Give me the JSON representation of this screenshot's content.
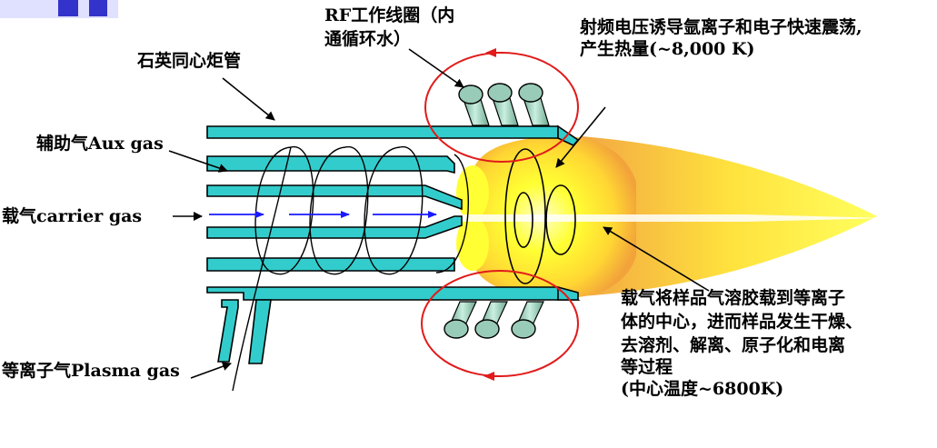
{
  "labels": {
    "rf_coil_line1": "RF工作线圈（内",
    "rf_coil_line2": "通循环水）",
    "quartz_torch": "石英同心炬管",
    "aux_gas": "辅助气Aux gas",
    "carrier_gas": "载气carrier gas",
    "plasma_gas": "等离子气Plasma gas",
    "rf_heating_line1": "射频电压诱导氩离子和电子快速震荡,",
    "rf_heating_line2": "产生热量(~8,000 K)",
    "center_line1": "载气将样品气溶胶载到等离子",
    "center_line2": "体的中心，进而样品发生干燥、",
    "center_line3": "去溶剂、解离、原子化和电离",
    "center_line4": "等过程",
    "center_line5": "(中心温度~6800K)"
  },
  "colors": {
    "tube_fill": "#33cccc",
    "tube_stroke": "#000000",
    "coil_fill": "#99ccb8",
    "field_ring": "#e11b1b",
    "flow_arrow": "#1a1aff",
    "flame_core": "#ffff33",
    "flame_edge": "#f2a33a",
    "corner_accent": "#3333cc"
  }
}
